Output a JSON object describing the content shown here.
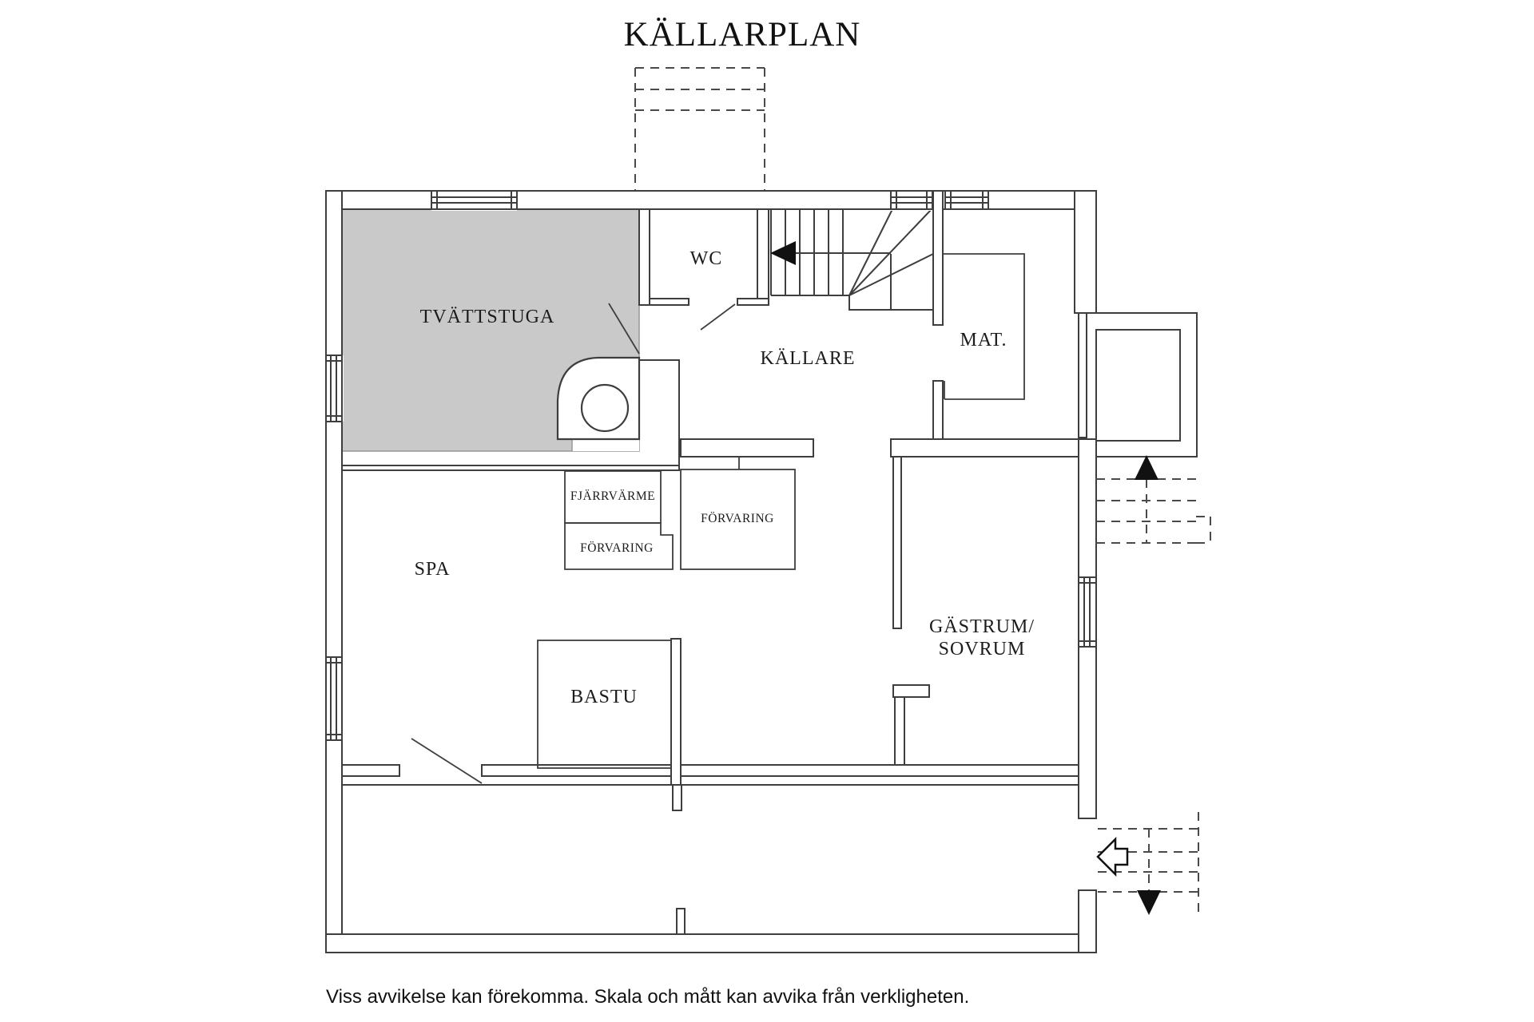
{
  "title": "KÄLLARPLAN",
  "rooms": {
    "tvattstuga": "TVÄTTSTUGA",
    "wc": "WC",
    "kallare": "KÄLLARE",
    "mat": "MAT.",
    "fjarrvarme": "FJÄRRVÄRME",
    "forvaring_small": "FÖRVARING",
    "forvaring_large": "FÖRVARING",
    "spa": "SPA",
    "bastu": "BASTU",
    "gastrum_line1": "GÄSTRUM/",
    "gastrum_line2": "SOVRUM"
  },
  "footer": {
    "disclaimer": "Viss avvikelse kan förekomma. Skala och mått kan avvika från verkligheten."
  },
  "icons": {
    "stair_direction": "left-filled-arrow",
    "stairs_up": "up-filled-triangle",
    "stairs_down": "down-filled-triangle",
    "entrance": "left-outline-arrow"
  },
  "colors": {
    "background": "#ffffff",
    "wall_line": "#3e3e3e",
    "room_fill": "#c9c9c9",
    "arrow": "#111111"
  }
}
